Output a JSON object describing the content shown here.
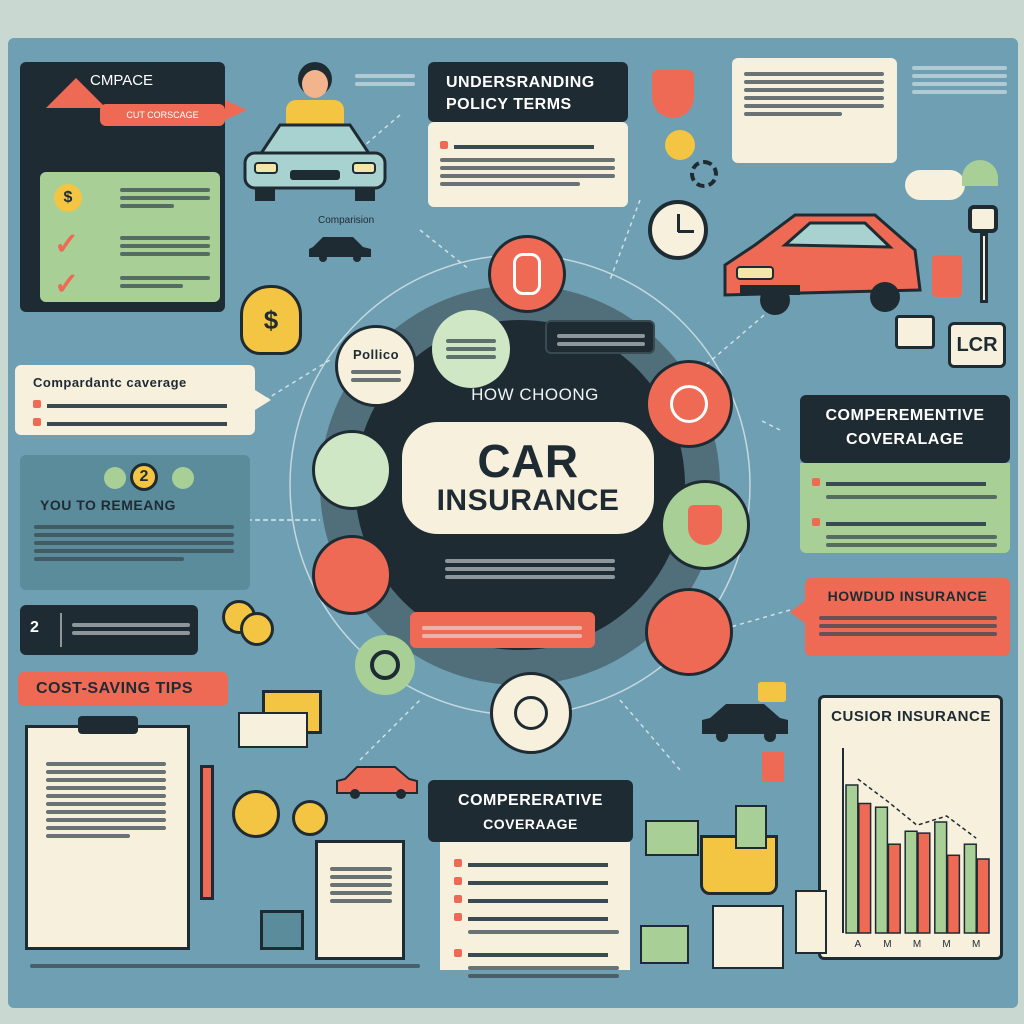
{
  "top_left": {
    "title": "CMPACE",
    "banner": "CUT CORSCAGE"
  },
  "policy_terms": {
    "title_1": "UNDERSRANDING",
    "title_2": "POLICY TERMS"
  },
  "car_caption": "Comparision",
  "center": {
    "line_1": "HOW CHOONG",
    "line_2": "CAR",
    "line_3": "INSURANCE"
  },
  "policies_node": {
    "title": "Pollico"
  },
  "left_cards": {
    "comprehensive": {
      "title": "Compardantc caverage"
    },
    "remeang": {
      "title": "YOU TO REMEANG",
      "number": "2"
    },
    "step2": {
      "number": "2"
    }
  },
  "cost_saving": {
    "title": "COST-SAVING TIPS"
  },
  "right_cards": {
    "comperementive": {
      "title_1": "COMPEREMENTIVE",
      "title_2": "COVERALAGE"
    },
    "howdud": {
      "title": "HOWDUD INSURANCE"
    },
    "lcr": {
      "label": "LCR"
    }
  },
  "bottom_center": {
    "title_1": "COMPERERATIVE",
    "title_2": "COVERAAGE"
  },
  "cusior": {
    "title": "CUSIOR INSURANCE",
    "x_labels": [
      "A",
      "M",
      "M",
      "M",
      "M"
    ]
  },
  "colors": {
    "coral": "#ef6a55",
    "dark": "#1f2b33",
    "green": "#a8cf96",
    "cream": "#f6f0dc",
    "board": "#6f9fb2"
  },
  "chart_data": {
    "type": "bar",
    "title": "CUSIOR INSURANCE",
    "categories": [
      "A",
      "M",
      "M",
      "M",
      "M"
    ],
    "series": [
      {
        "values": [
          80,
          68,
          55,
          60,
          48
        ]
      },
      {
        "values": [
          70,
          48,
          54,
          42,
          40
        ]
      }
    ],
    "ylim": [
      0,
      100
    ]
  }
}
